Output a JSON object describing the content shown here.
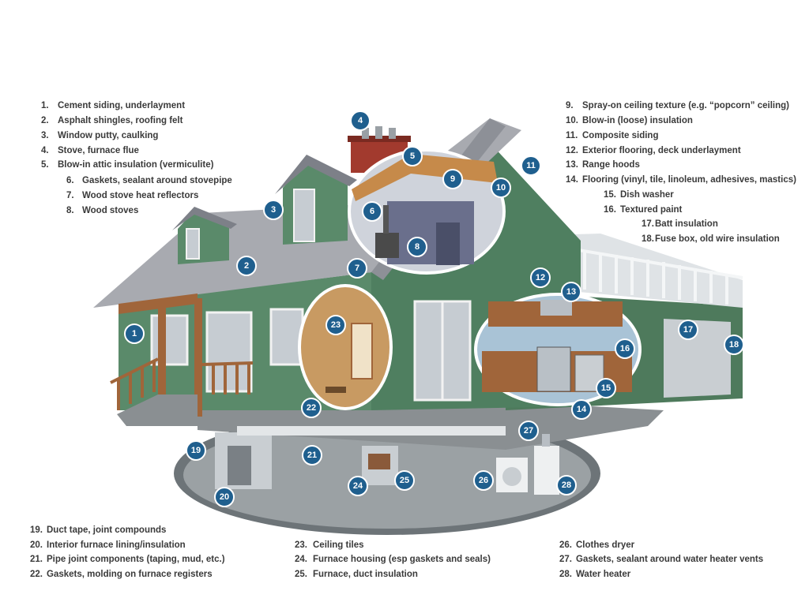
{
  "legend_items": [
    {
      "number": "1.",
      "text": "Cement siding, underlayment"
    },
    {
      "number": "2.",
      "text": "Asphalt shingles, roofing felt"
    },
    {
      "number": "3.",
      "text": "Window putty, caulking"
    },
    {
      "number": "4.",
      "text": "Stove, furnace flue"
    },
    {
      "number": "5.",
      "text": "Blow-in attic insulation (vermiculite)"
    },
    {
      "number": "6.",
      "text": "Gaskets, sealant around stovepipe"
    },
    {
      "number": "7.",
      "text": "Wood stove heat reflectors"
    },
    {
      "number": "8.",
      "text": "Wood stoves"
    },
    {
      "number": "9.",
      "text": "Spray-on ceiling texture (e.g. “popcorn” ceiling)"
    },
    {
      "number": "10.",
      "text": "Blow-in (loose) insulation"
    },
    {
      "number": "11.",
      "text": "Composite siding"
    },
    {
      "number": "12.",
      "text": "Exterior flooring, deck underlayment"
    },
    {
      "number": "13.",
      "text": "Range hoods"
    },
    {
      "number": "14.",
      "text": "Flooring (vinyl, tile, linoleum, adhesives, mastics)"
    },
    {
      "number": "15.",
      "text": "Dish washer"
    },
    {
      "number": "16.",
      "text": "Textured paint"
    },
    {
      "number": "17.",
      "text": "Batt insulation"
    },
    {
      "number": "18.",
      "text": "Fuse box, old wire insulation"
    },
    {
      "number": "19.",
      "text": "Duct tape, joint compounds"
    },
    {
      "number": "20.",
      "text": "Interior furnace lining/insulation"
    },
    {
      "number": "21.",
      "text": "Pipe joint components (taping, mud, etc.)"
    },
    {
      "number": "22.",
      "text": "Gaskets, molding on furnace registers"
    },
    {
      "number": "23.",
      "text": "Ceiling tiles"
    },
    {
      "number": "24.",
      "text": "Furnace housing (esp gaskets and seals)"
    },
    {
      "number": "25.",
      "text": "Furnace, duct insulation"
    },
    {
      "number": "26.",
      "text": "Clothes dryer"
    },
    {
      "number": "27.",
      "text": "Gaskets, sealant around water heater vents"
    },
    {
      "number": "28.",
      "text": "Water heater"
    }
  ],
  "markers": [
    "1",
    "2",
    "3",
    "4",
    "5",
    "6",
    "7",
    "8",
    "9",
    "10",
    "11",
    "12",
    "13",
    "14",
    "15",
    "16",
    "17",
    "18",
    "19",
    "20",
    "21",
    "22",
    "23",
    "24",
    "25",
    "26",
    "27",
    "28"
  ],
  "colors": {
    "marker_fill": "#1f5f8e",
    "siding": "#5a8a6a",
    "roof": "#a8aab0",
    "chimney": "#a23a2e",
    "wood": "#a0653a",
    "basement": "#8f969a"
  }
}
